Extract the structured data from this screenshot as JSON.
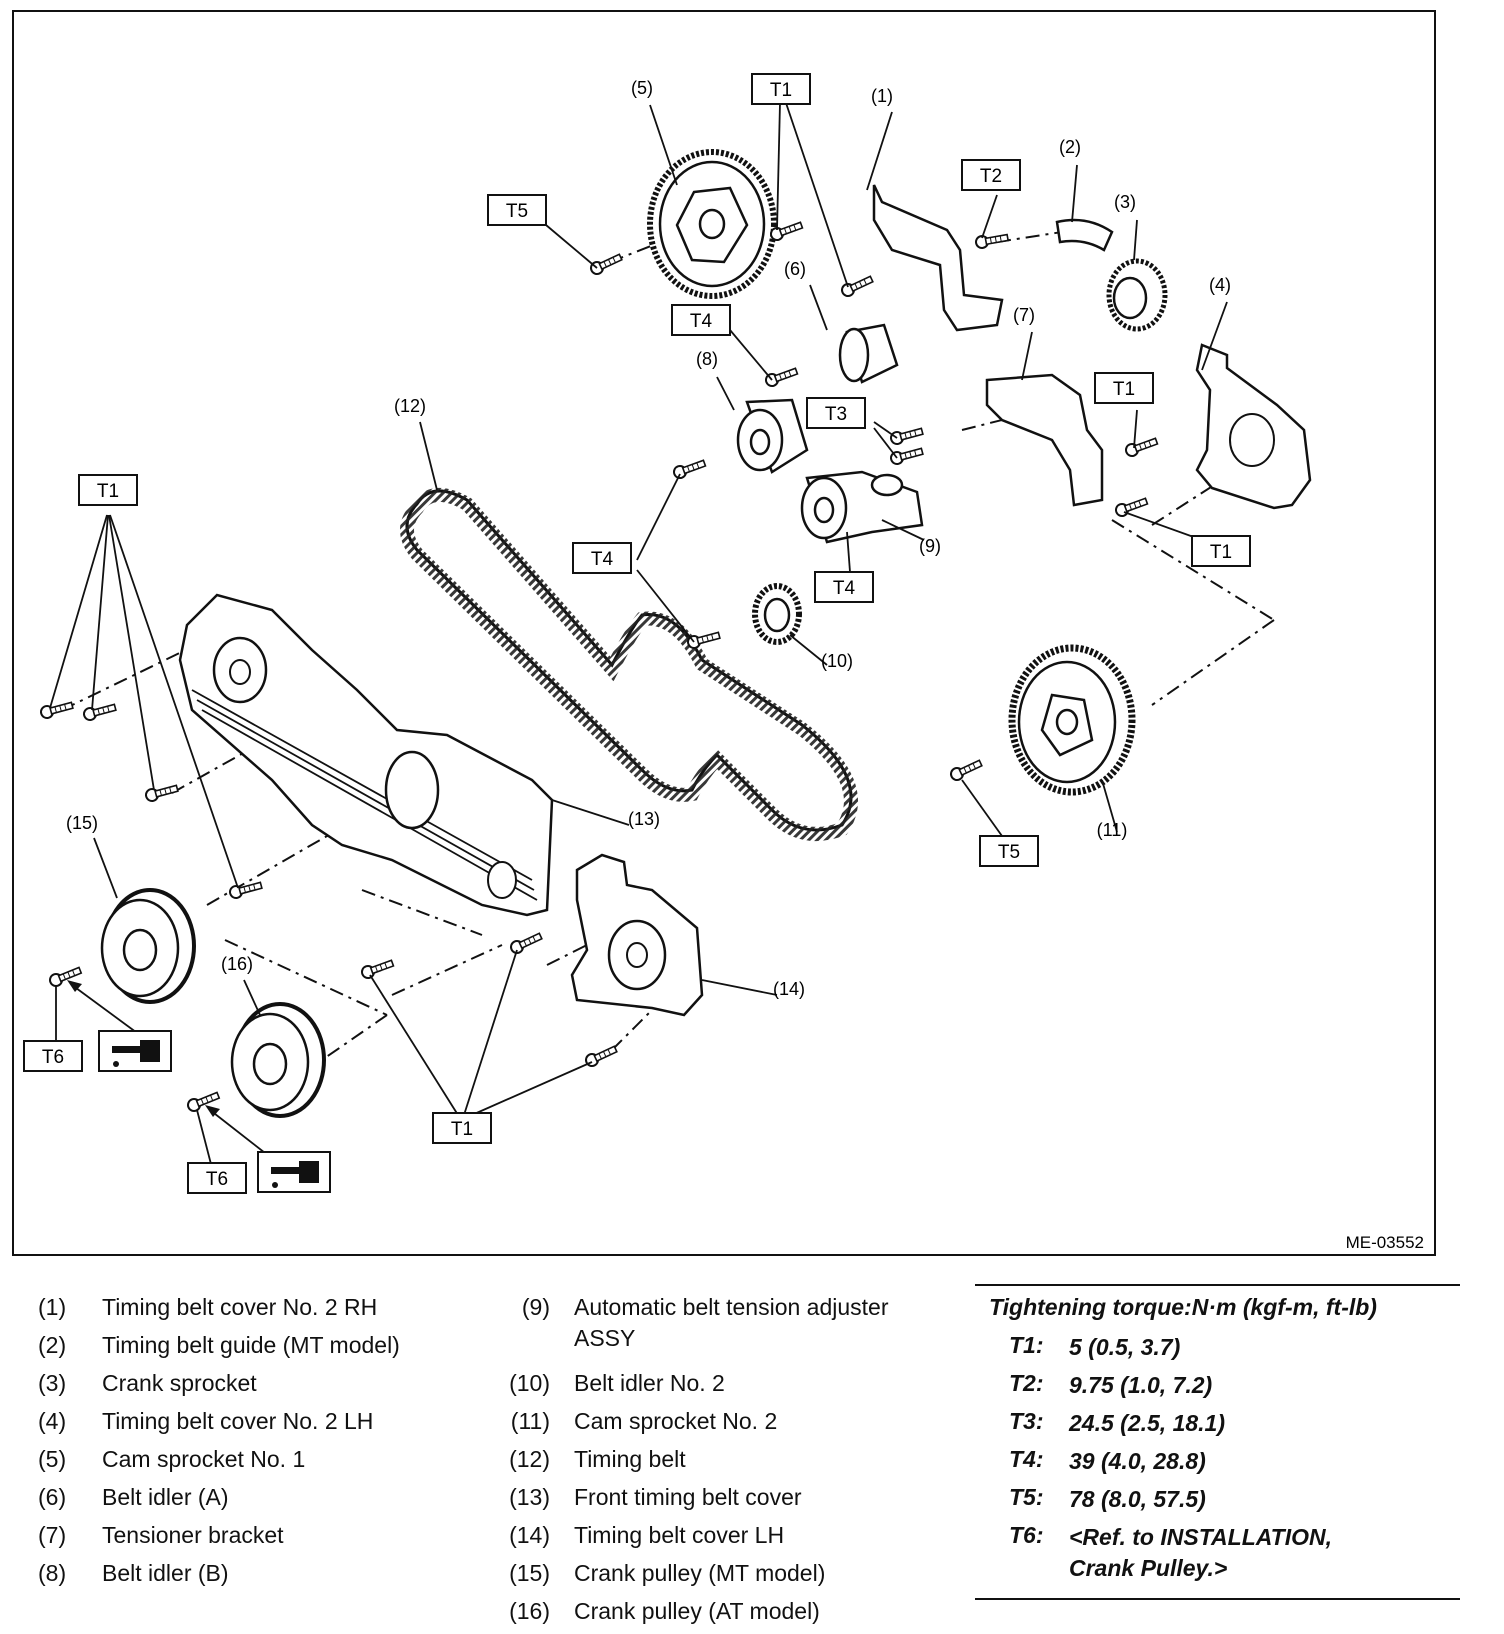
{
  "figure_id": "ME-03552",
  "callouts": [
    "(1)",
    "(2)",
    "(3)",
    "(4)",
    "(5)",
    "(6)",
    "(7)",
    "(8)",
    "(9)",
    "(10)",
    "(11)",
    "(12)",
    "(13)",
    "(14)",
    "(15)",
    "(16)"
  ],
  "torque_tags": [
    "T1",
    "T2",
    "T3",
    "T4",
    "T5",
    "T6"
  ],
  "legend": [
    {
      "num": "(1)",
      "text": "Timing belt cover No. 2 RH"
    },
    {
      "num": "(2)",
      "text": "Timing belt guide (MT model)"
    },
    {
      "num": "(3)",
      "text": "Crank sprocket"
    },
    {
      "num": "(4)",
      "text": "Timing belt cover No. 2 LH"
    },
    {
      "num": "(5)",
      "text": "Cam sprocket No. 1"
    },
    {
      "num": "(6)",
      "text": "Belt idler (A)"
    },
    {
      "num": "(7)",
      "text": "Tensioner bracket"
    },
    {
      "num": "(8)",
      "text": "Belt idler (B)"
    },
    {
      "num": "(9)",
      "text": "Automatic belt tension adjuster\nASSY"
    },
    {
      "num": "(10)",
      "text": "Belt idler No. 2"
    },
    {
      "num": "(11)",
      "text": "Cam sprocket No. 2"
    },
    {
      "num": "(12)",
      "text": "Timing belt"
    },
    {
      "num": "(13)",
      "text": "Front timing belt cover"
    },
    {
      "num": "(14)",
      "text": "Timing belt cover LH"
    },
    {
      "num": "(15)",
      "text": "Crank pulley (MT model)"
    },
    {
      "num": "(16)",
      "text": "Crank pulley (AT model)"
    }
  ],
  "torque": {
    "title": "Tightening torque:N·m (kgf-m, ft-lb)",
    "items": [
      {
        "key": "T1:",
        "value": "5 (0.5, 3.7)"
      },
      {
        "key": "T2:",
        "value": "9.75 (1.0, 7.2)"
      },
      {
        "key": "T3:",
        "value": "24.5 (2.5, 18.1)"
      },
      {
        "key": "T4:",
        "value": "39 (4.0, 28.8)"
      },
      {
        "key": "T5:",
        "value": "78 (8.0, 57.5)"
      },
      {
        "key": "T6:",
        "value": "<Ref. to INSTALLATION,\nCrank Pulley.>"
      }
    ]
  }
}
